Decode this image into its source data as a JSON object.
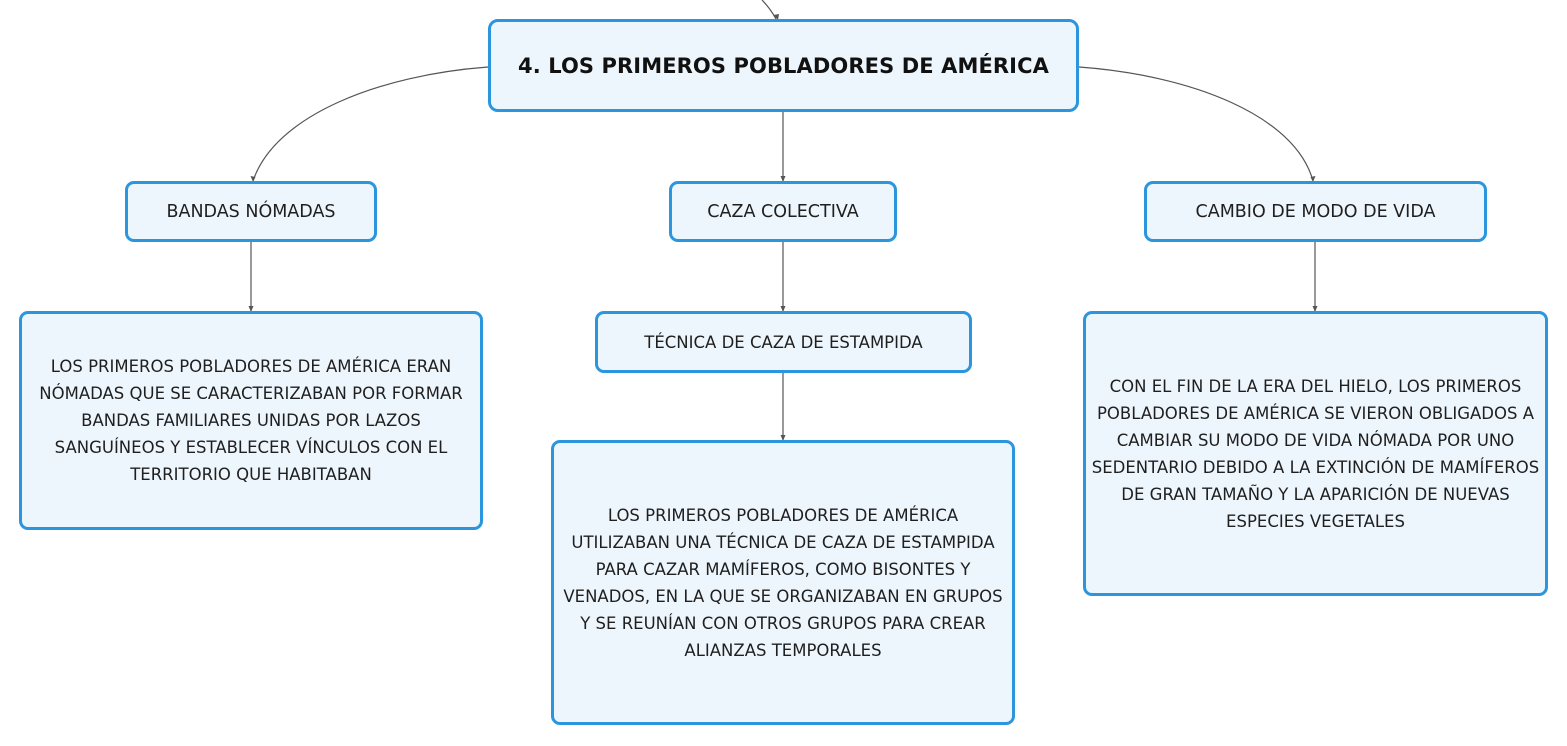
{
  "diagram": {
    "root": {
      "label": "4. LOS PRIMEROS POBLADORES DE AMÉRICA"
    },
    "branches": [
      {
        "label": "BANDAS NÓMADAS",
        "description": "LOS PRIMEROS POBLADORES DE AMÉRICA ERAN NÓMADAS QUE SE CARACTERIZABAN POR FORMAR BANDAS FAMILIARES UNIDAS POR LAZOS SANGUÍNEOS Y ESTABLECER VÍNCULOS CON EL TERRITORIO QUE HABITABAN"
      },
      {
        "label": "CAZA COLECTIVA",
        "sub_label": "TÉCNICA DE CAZA DE ESTAMPIDA",
        "description": "LOS PRIMEROS POBLADORES DE AMÉRICA UTILIZABAN UNA TÉCNICA DE CAZA DE ESTAMPIDA PARA CAZAR MAMÍFEROS, COMO BISONTES Y VENADOS, EN LA QUE SE ORGANIZABAN EN GRUPOS Y SE REUNÍAN CON OTROS GRUPOS PARA CREAR ALIANZAS TEMPORALES"
      },
      {
        "label": "CAMBIO DE MODO DE VIDA",
        "description": "CON EL FIN DE LA ERA DEL HIELO, LOS PRIMEROS POBLADORES DE AMÉRICA SE VIERON OBLIGADOS A CAMBIAR SU MODO DE VIDA NÓMADA POR UNO SEDENTARIO DEBIDO A LA EXTINCIÓN DE MAMÍFEROS DE GRAN TAMAÑO Y LA APARICIÓN DE NUEVAS ESPECIES VEGETALES"
      }
    ]
  },
  "colors": {
    "node_border": "#2b95dd",
    "node_fill": "#eef6fd",
    "connector": "#555555"
  }
}
